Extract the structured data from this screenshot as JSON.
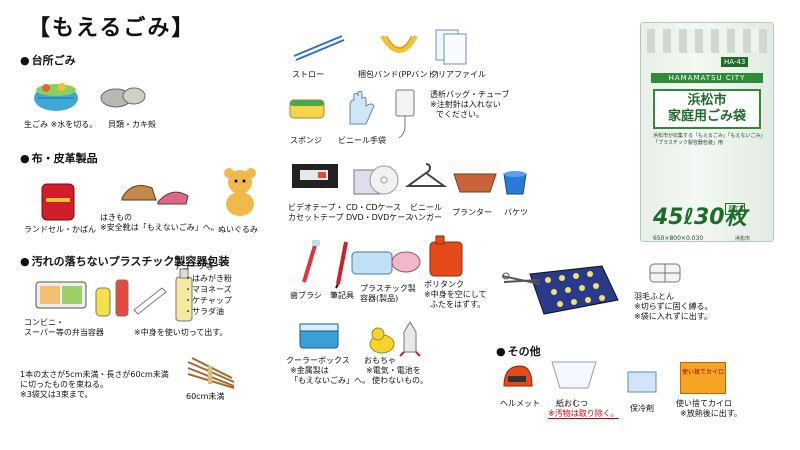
{
  "title": "【もえるごみ】",
  "sections": {
    "kitchen": "台所ごみ",
    "cloth": "布・皮革製品",
    "plastic": "汚れの落ちないプラスチック製容器包装",
    "other": "その他"
  },
  "items": {
    "namagomi": "生ごみ ※水を切る。",
    "kaigara": "貝類・カキ殻",
    "randoseru": "ランドセル・かばん",
    "hakimono1": "はきもの",
    "hakimono2": "※安全靴は「もえないごみ」へ。",
    "nuigurumi": "ぬいぐるみ",
    "bento1": "コンビニ・",
    "bento2": "スーパー等の弁当容器",
    "tube_head": "チューブ等",
    "tube1": "・はみがき粉",
    "tube2": "・マヨネーズ",
    "tube3": "・ケチャップ",
    "tube4": "・サラダ油",
    "tube_note": "※中身を使い切って出す。",
    "branch1": "1本の太さが5cm未満・長さが60cm未満",
    "branch2": "に切ったものを束ねる。",
    "branch3": "※3袋又は3束まで。",
    "branch_len": "60cm未満",
    "straw": "ストロー",
    "band": "梱包バンド(PPバンド)",
    "clearfile": "クリアファイル",
    "sponge": "スポンジ",
    "gloves": "ビニール手袋",
    "tube_bag1": "透析バッグ・チューブ",
    "tube_bag2": "※注射針は入れない",
    "tube_bag3": "でください。",
    "video1": "ビデオテープ・",
    "video2": "カセットテープ",
    "cd1": "CD・CDケース",
    "cd2": "DVD・DVDケース",
    "hanger1": "ビニール",
    "hanger2": "ハンガー",
    "planter": "プランター",
    "bucket": "バケツ",
    "toothbrush": "歯ブラシ",
    "pen": "筆記具",
    "container1": "プラスチック製",
    "container2": "容器(製品)",
    "poly1": "ポリタンク",
    "poly2": "※中身を空にして",
    "poly3": "ふたをはずす。",
    "cooler1": "クーラーボックス",
    "cooler2": "※金属製は",
    "cooler3": "「もえないごみ」へ。",
    "toy1": "おもちゃ",
    "toy2": "※電気・電池を",
    "toy3": "使わないもの。",
    "futon1": "羽毛ふとん",
    "futon2": "※切らずに固く縛る。",
    "futon3": "※袋に入れずに出す。",
    "helmet": "ヘルメット",
    "diaper1": "紙おむつ",
    "diaper2": "※汚物は取り除く。",
    "coldpack": "保冷剤",
    "kairo1": "使い捨てカイロ",
    "kairo2": "※放熱後に出す。",
    "kairo_pkg": "使い捨てカイロ"
  },
  "bag": {
    "code": "HA-43",
    "city": "HAMAMATSU CITY",
    "title1": "浜松市",
    "title2": "家庭用ごみ袋",
    "note1": "浜松市が収集する「もえるごみ」「もえないごみ」",
    "note2": "「プラスチック製容器包装」用",
    "size": "45ℓ30枚",
    "thick": "厚口",
    "dims": "650×800×0.030",
    "brand": "浜松市"
  },
  "colors": {
    "red": "#d40000",
    "green": "#2f8a3a"
  }
}
